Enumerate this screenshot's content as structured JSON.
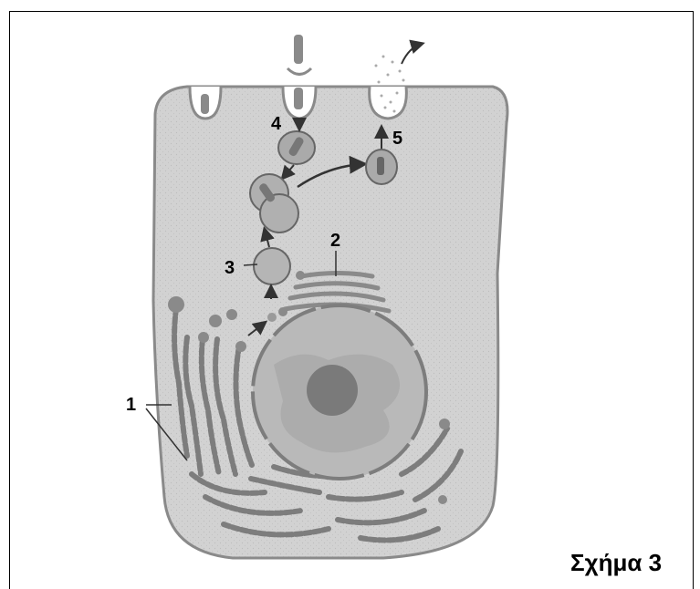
{
  "labels": {
    "er": "1",
    "golgi": "2",
    "vesicle": "3",
    "endocytosis": "4",
    "exocytosis": "5"
  },
  "caption": "Σχήμα 3",
  "colors": {
    "cytoplasm": "#cfcfcf",
    "membrane": "#8a8a8a",
    "organelle": "#7d7d7d",
    "nucleus": "#b5b5b5",
    "nucleolus": "#7a7a7a"
  }
}
